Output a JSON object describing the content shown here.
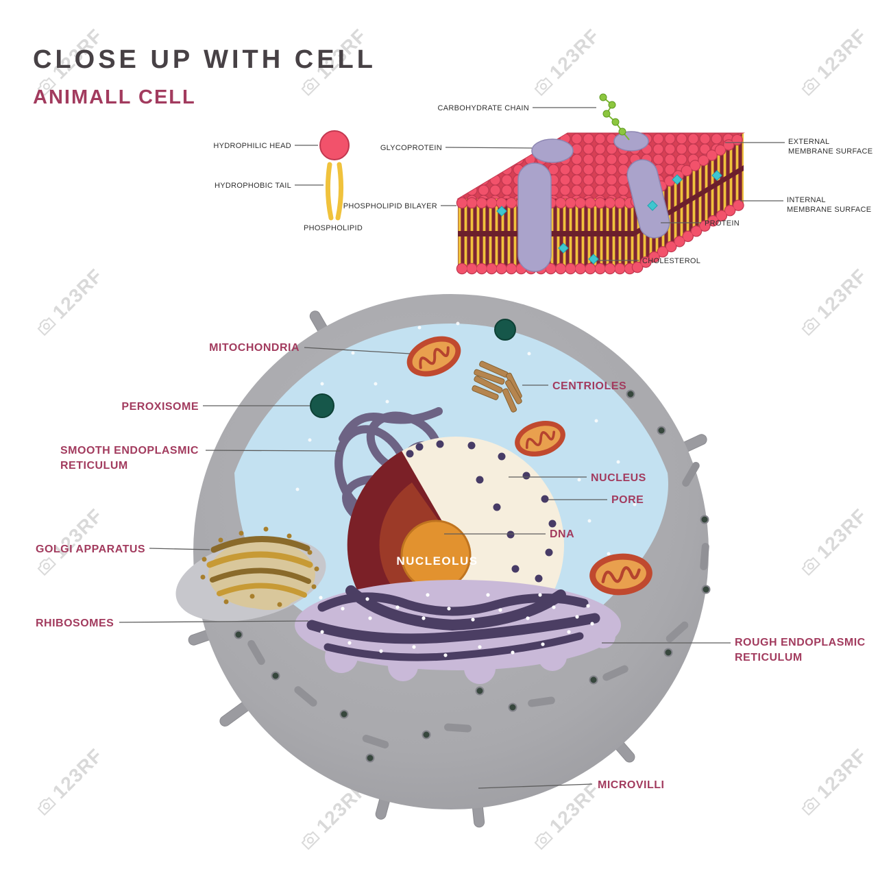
{
  "title": "CLOSE UP WITH CELL",
  "subtitle": "ANIMALL CELL",
  "watermark": {
    "text": "123RF"
  },
  "colors": {
    "accent_label": "#A23B5E",
    "title_gray": "#474145",
    "membrane_head_red": "#F2526B",
    "tail_yellow": "#F0C23C",
    "protein_purple": "#AAA3CB",
    "carbohydrate_green": "#8CC63F",
    "cholesterol_teal": "#3FC6CF",
    "cytoplasm_blue": "#C3E1F1",
    "cell_gray": "#A9A9AD",
    "nucleus_cream": "#F6EEDD",
    "nucleolus_orange": "#E2922F",
    "dna_red": "#7B2027",
    "smooth_er_purple": "#6D6384",
    "rough_er_purple": "#4B3E63",
    "rough_er_band_lavender": "#C9B9D8",
    "golgi_tan": "#D9C79B",
    "mitochondria_red": "#C0492F",
    "peroxisome_green": "#16574A"
  },
  "phospholipid_diagram": {
    "labels": {
      "hydrophilic_head": "HYDROPHILIC HEAD",
      "hydrophobic_tail": "HYDROPHOBIC TAIL",
      "phospholipid": "PHOSPHOLIPID"
    }
  },
  "membrane_diagram": {
    "labels": {
      "carbohydrate_chain": "CARBOHYDRATE CHAIN",
      "glycoprotein": "GLYCOPROTEIN",
      "phospholipid_bilayer": "PHOSPHOLIPID BILAYER",
      "external_line1": "EXTERNAL",
      "external_line2": "MEMBRANE SURFACE",
      "internal_line1": "INTERNAL",
      "internal_line2": "MEMBRANE SURFACE",
      "protein": "PROTEIN",
      "cholesterol": "CHOLESTEROL"
    }
  },
  "cell_diagram": {
    "labels": {
      "mitochondria": "MITOCHONDRIA",
      "centrioles": "CENTRIOLES",
      "peroxisome": "PEROXISOME",
      "smooth_er_line1": "SMOOTH ENDOPLASMIC",
      "smooth_er_line2": "RETICULUM",
      "golgi_apparatus": "GOLGI APPARATUS",
      "rhibosomes": "RHIBOSOMES",
      "nucleus": "NUCLEUS",
      "pore": "PORE",
      "dna": "DNA",
      "nucleolus": "NUCLEOLUS",
      "rough_er_line1": "ROUGH ENDOPLASMIC",
      "rough_er_line2": "RETICULUM",
      "microvilli": "MICROVILLI"
    }
  }
}
